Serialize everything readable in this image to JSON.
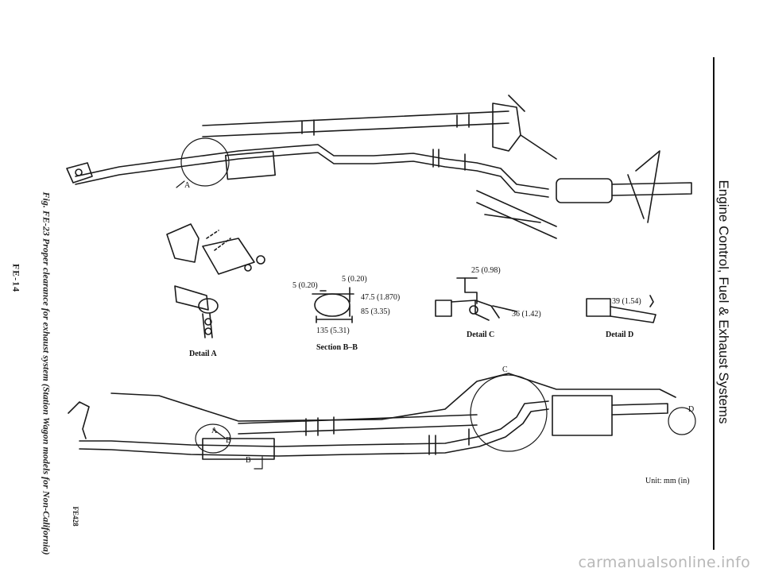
{
  "header": {
    "title": "Engine Control, Fuel & Exhaust Systems"
  },
  "caption": {
    "text": "Fig. FE-23 Proper clearance for exhaust system (Station Wagon models for Non-California)"
  },
  "page_number": "FE-14",
  "figure_code": "FE428",
  "unit_note": "Unit: mm (in)",
  "details": {
    "detail_a": "Detail A",
    "detail_c": "Detail C",
    "detail_d": "Detail D",
    "section_bb": "Section B–B"
  },
  "section_bb": {
    "dim_left_gap": "5 (0.20)",
    "dim_top_gap": "5 (0.20)",
    "dim_height": "47.5 (1.870)",
    "dim_outer": "85 (3.35)",
    "dim_width": "135 (5.31)"
  },
  "detail_c_dims": {
    "top": "25 (0.98)",
    "side": "36 (1.42)"
  },
  "detail_d_dims": {
    "gap": "39 (1.54)"
  },
  "callouts": {
    "a": "A",
    "b": "B",
    "c": "C",
    "d": "D"
  },
  "watermark": "carmanualsonline.info",
  "colors": {
    "ink": "#1a1a1a",
    "paper": "#ffffff",
    "watermark": "#b8b8b8"
  }
}
